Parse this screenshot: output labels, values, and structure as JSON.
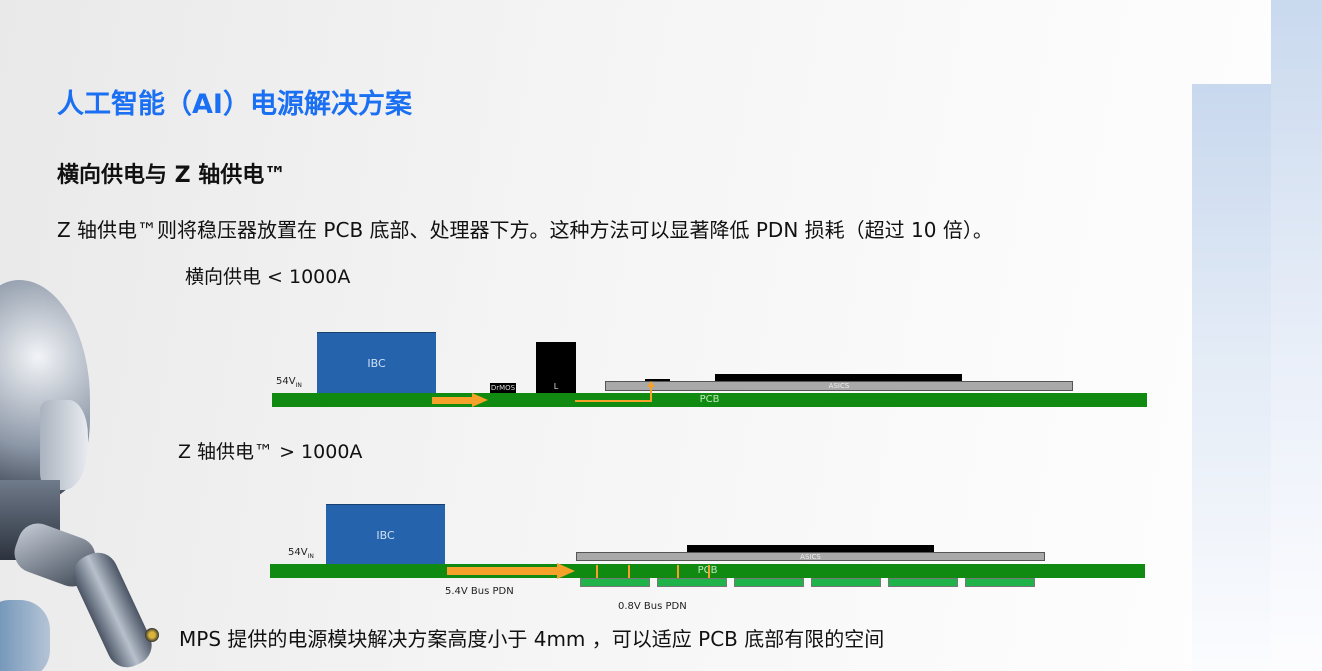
{
  "slide": {
    "title": "人工智能（AI）电源解决方案",
    "subtitle": "横向供电与 Z 轴供电™",
    "description": "Z 轴供电™则将稳压器放置在 PCB 底部、处理器下方。这种方法可以显著降低 PDN 损耗（超过 10 倍）。",
    "lateral": {
      "label": "横向供电 < 1000A",
      "input": "54V",
      "input_sub": "IN",
      "ibc": "IBC",
      "drmos": "DrMOS",
      "inductor": "L",
      "asics": "ASICS",
      "pcb": "PCB"
    },
    "zaxis": {
      "label": "Z 轴供电™ > 1000A",
      "input": "54V",
      "input_sub": "IN",
      "ibc": "IBC",
      "asics": "ASICS",
      "pcb": "PCB",
      "bus_54": "5.4V Bus PDN",
      "bus_08": "0.8V Bus PDN"
    },
    "bullet": "MPS 提供的电源模块解决方案高度小于 4mm ，可以适应 PCB 底部有限的空间"
  },
  "colors": {
    "title": "#1a6ff2",
    "pcb": "#118a11",
    "ibc": "#2563ad",
    "arrow": "#f5a12a"
  }
}
